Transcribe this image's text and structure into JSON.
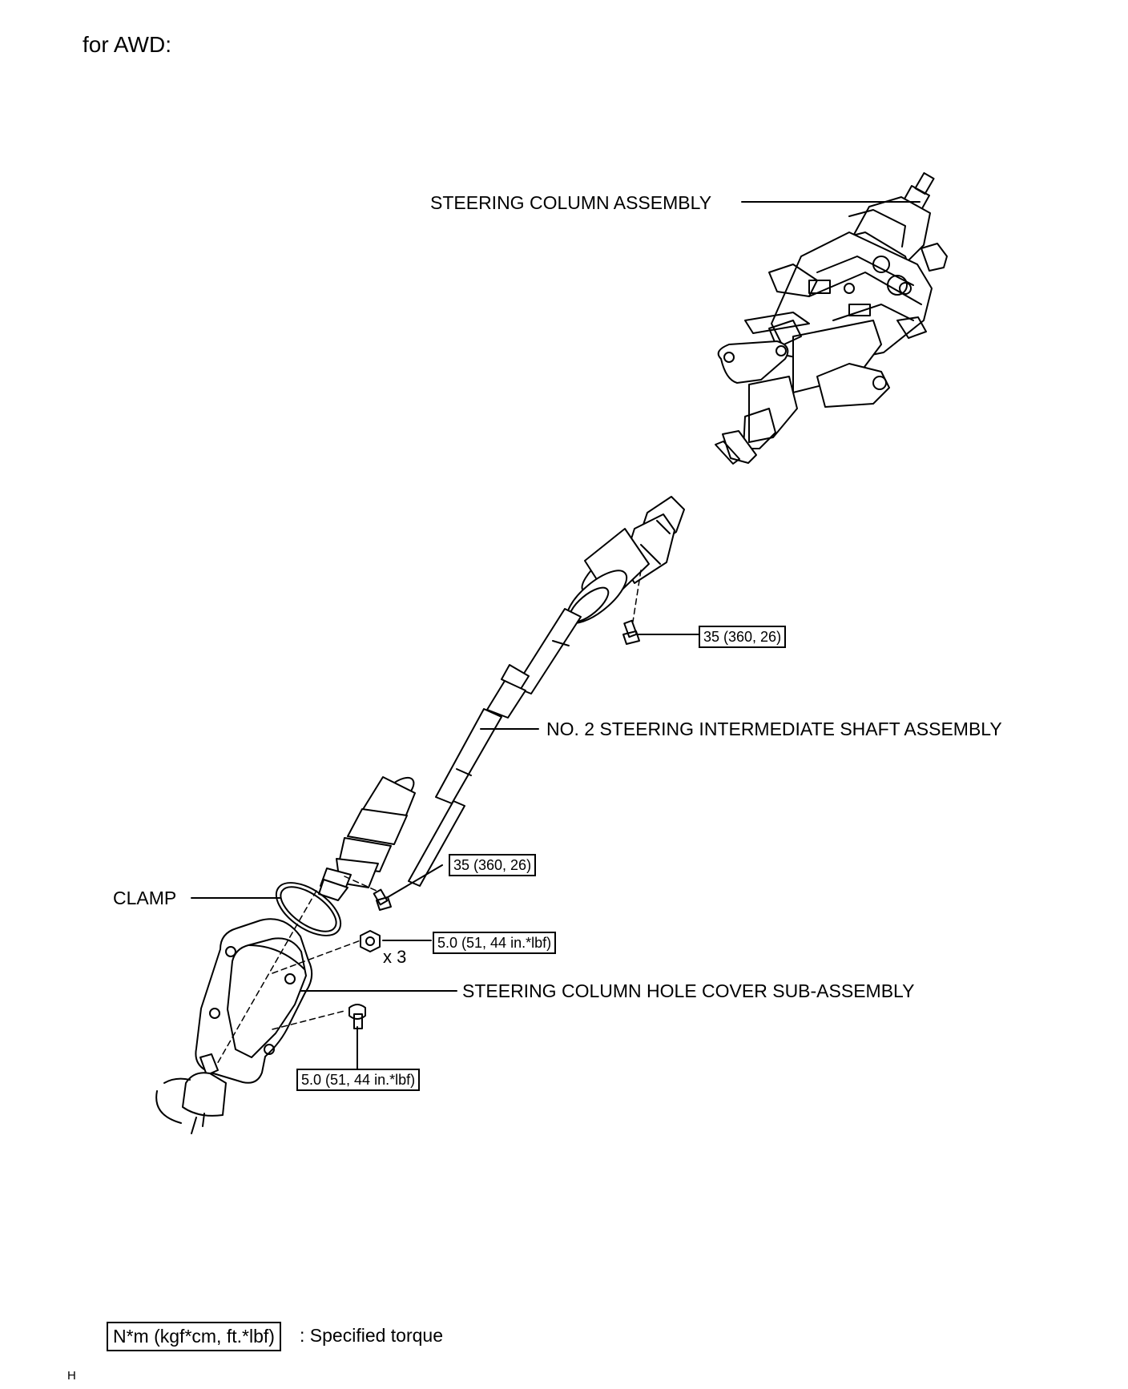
{
  "title": "for AWD:",
  "labels": {
    "steering_column": "STEERING COLUMN ASSEMBLY",
    "intermediate_shaft": "NO. 2 STEERING INTERMEDIATE SHAFT ASSEMBLY",
    "clamp": "CLAMP",
    "hole_cover": "STEERING COLUMN HOLE COVER SUB-ASSEMBLY"
  },
  "torques": {
    "upper_bolt": "35 (360, 26)",
    "lower_bolt": "35 (360, 26)",
    "nut": "5.0 (51, 44 in.*lbf)",
    "cover_bolt": "5.0 (51, 44 in.*lbf)"
  },
  "quantity": "x 3",
  "legend": {
    "box": "N*m (kgf*cm, ft.*lbf)",
    "text": ": Specified torque"
  },
  "corner_mark": "H"
}
